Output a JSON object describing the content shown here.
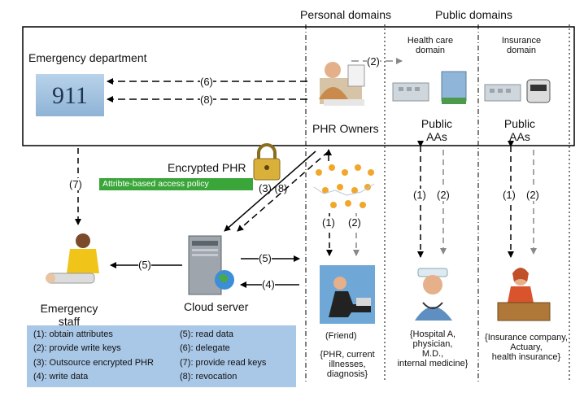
{
  "headers": {
    "personal": "Personal domains",
    "public": "Public domains"
  },
  "emergency_department": "Emergency department",
  "sign_911": "911",
  "phr_owners": "PHR Owners",
  "health_care_domain": "Health care\ndomain",
  "insurance_domain": "Insurance\ndomain",
  "public_aas": "Public\nAAs",
  "encrypted_phr": "Encrypted PHR",
  "access_policy": "Attribte-based access policy",
  "cloud_server": "Cloud server",
  "emergency_staff": "Emergency\nstaff",
  "friend": "(Friend)",
  "friend_data": "{PHR, current\nillnesses,\ndiagnosis}",
  "hospital": "{Hospital A,\nphysician,\nM.D.,\ninternal medicine}",
  "insurance": "{Insurance company,\nActuary,\nhealth insurance}",
  "step_labels": {
    "s1": "(1)",
    "s2": "(2)",
    "s3": "(3)",
    "s4": "(4)",
    "s5": "(5)",
    "s6": "(6)",
    "s7": "(7)",
    "s8": "(8)",
    "s38": "(3)  (8)"
  },
  "legend": {
    "l1": "(1): obtain attributes",
    "l2": "(2): provide write keys",
    "l3": "(3): Outsource encrypted PHR",
    "l4": "(4): write data",
    "l5": "(5): read data",
    "l6": "(6): delegate",
    "l7": "(7): provide read keys",
    "l8": "(8): revocation"
  }
}
